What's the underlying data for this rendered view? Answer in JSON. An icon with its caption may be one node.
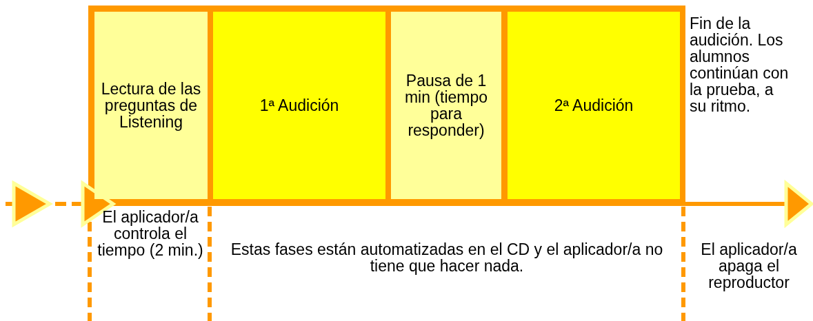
{
  "diagram": {
    "nodes": [
      {
        "text": [
          "Lectura de las preguntas de Listening"
        ]
      },
      {
        "text": [
          "1ª Audición"
        ]
      },
      {
        "text": [
          "Pausa de 1 min (tiempo para responder)"
        ]
      },
      {
        "text": [
          "2ª Audición"
        ]
      }
    ],
    "labels": [
      "Fin de la audición. Los alumnos continúan con la prueba, a su ritmo.",
      "El aplicador/a controla el tiempo (2 min.)",
      "Estas fases están automatizadas en el CD y el aplicador/a no tiene que hacer nada.",
      "El aplicador/a apaga el reproductor"
    ]
  }
}
